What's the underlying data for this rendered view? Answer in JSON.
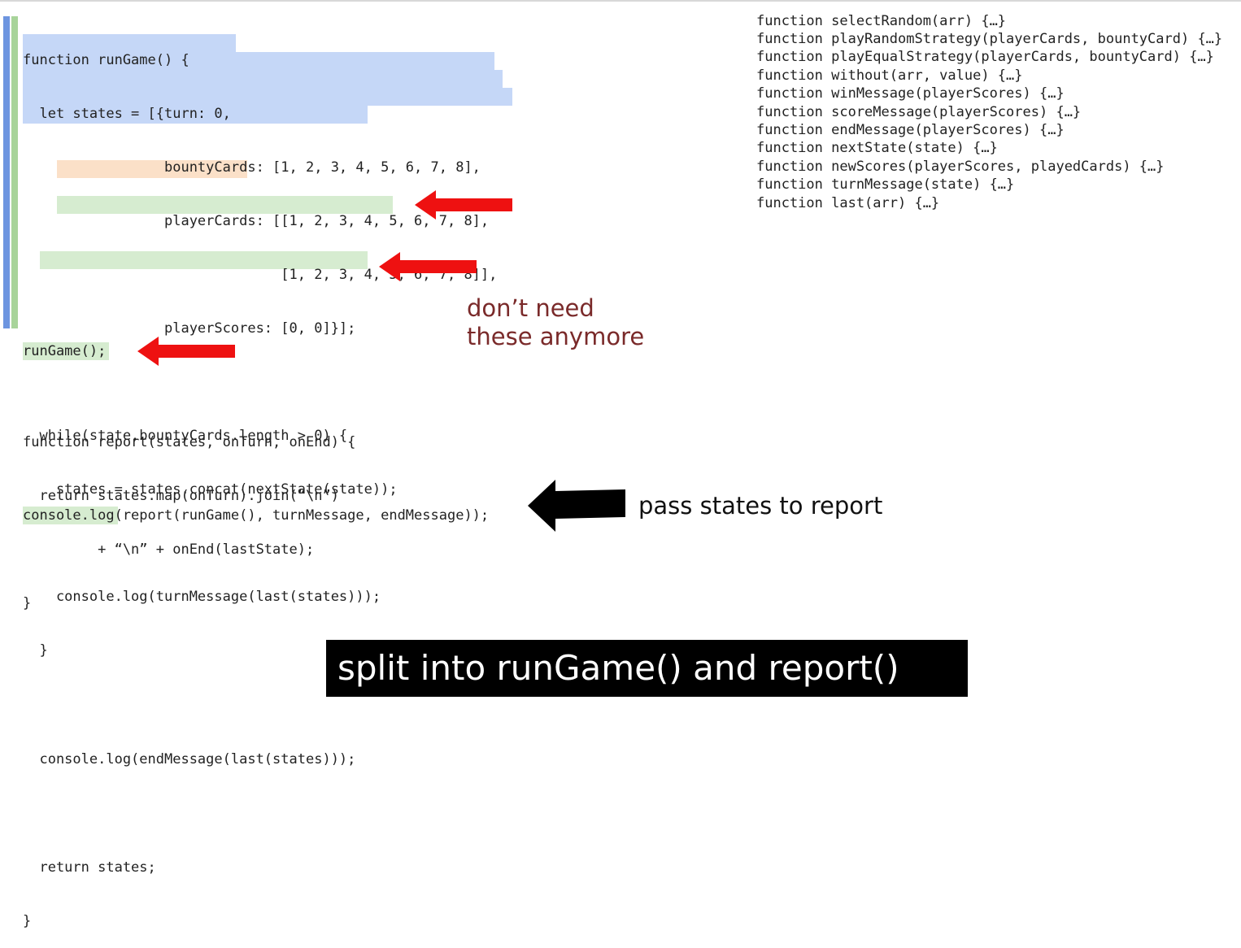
{
  "code_main": {
    "lines": [
      "function runGame() {",
      "  let states = [{turn: 0,",
      "                 bountyCards: [1, 2, 3, 4, 5, 6, 7, 8],",
      "                 playerCards: [[1, 2, 3, 4, 5, 6, 7, 8],",
      "                               [1, 2, 3, 4, 5, 6, 7, 8]],",
      "                 playerScores: [0, 0]}];",
      "",
      "  while(state.bountyCards.length > 0) {",
      "    states = states.concat(nextState(state));",
      "",
      "    console.log(turnMessage(last(states)));",
      "  }",
      "",
      "  console.log(endMessage(last(states)));",
      "",
      "  return states;",
      "}"
    ]
  },
  "code_run": "runGame();",
  "code_report": {
    "lines": [
      "function report(states, onTurn, onEnd) {",
      "  return states.map(onTurn).join(“\\n”)",
      "         + “\\n” + onEnd(lastState);",
      "}"
    ]
  },
  "code_final": "console.log(report(runGame(), turnMessage, endMessage));",
  "side_functions": [
    "function selectRandom(arr) {…}",
    "function playRandomStrategy(playerCards, bountyCard) {…}",
    "function playEqualStrategy(playerCards, bountyCard) {…}",
    "function without(arr, value) {…}",
    "function winMessage(playerScores) {…}",
    "function scoreMessage(playerScores) {…}",
    "function endMessage(playerScores) {…}",
    "function nextState(state) {…}",
    "function newScores(playerScores, playedCards) {…}",
    "function turnMessage(state) {…}",
    "function last(arr) {…}"
  ],
  "annotations": {
    "dont_need_1": "don’t need",
    "dont_need_2": "these anymore",
    "pass_states": "pass states to report"
  },
  "caption": "split into runGame() and report()",
  "colors": {
    "arrow_red": "#ee1111",
    "arrow_black": "#000000",
    "highlight_blue": "#c5d7f7",
    "highlight_green": "#d6ecd0",
    "highlight_orange": "#fbe0c8"
  }
}
